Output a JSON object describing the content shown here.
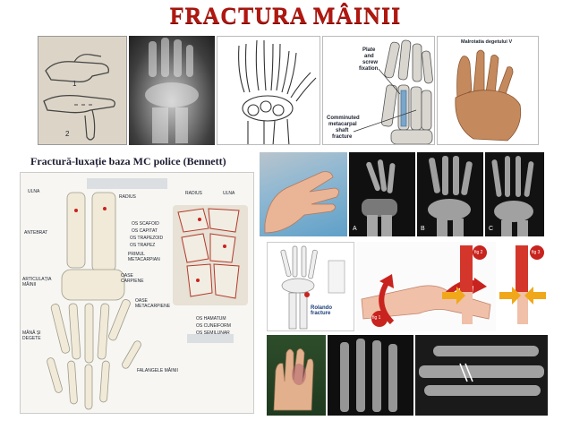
{
  "header": {
    "title": "FRACTURA MÂINII"
  },
  "top_panels": {
    "plate_labels": [
      "Plate",
      "and",
      "screw",
      "fixation"
    ],
    "comminuted_labels": [
      "Comminuted",
      "metacarpal",
      "shaft",
      "fracture"
    ],
    "malrotation_title": "Malrotatia degetului V",
    "diagram_numbers": [
      "1",
      "2"
    ]
  },
  "caption": {
    "text": "Fractură-luxație baza MC police (Bennett)"
  },
  "anatomy": {
    "left_labels": [
      "ULNA",
      "ANTEBRAT",
      "ARTICULAȚIA MÂINII",
      "MÂNĂ ȘI DEGETE"
    ],
    "right_labels": [
      "RADIUS",
      "OS SCAFOID",
      "OS CAPITAT",
      "OS TRAPEZOID",
      "OS TRAPEZ",
      "PRIMUL METACARPIAN",
      "OASE CARPIENE",
      "OASE METACARPIENE",
      "OS HAMATUM",
      "OS CUNEIFORM",
      "OS SEMILUNAR",
      "FALANGELE MÂINII"
    ],
    "inset_labels": [
      "RADIUS",
      "ULNA"
    ]
  },
  "xray_letters": [
    "A",
    "B",
    "C"
  ],
  "rolando": {
    "label": "Rolando fracture"
  },
  "figure_badges": [
    "fig 1",
    "fig 2",
    "fig 3"
  ],
  "colors": {
    "title": "#b2170f",
    "caption": "#1d1d33",
    "arrow_red": "#c8231e",
    "arrow_yellow": "#f0a81a"
  }
}
